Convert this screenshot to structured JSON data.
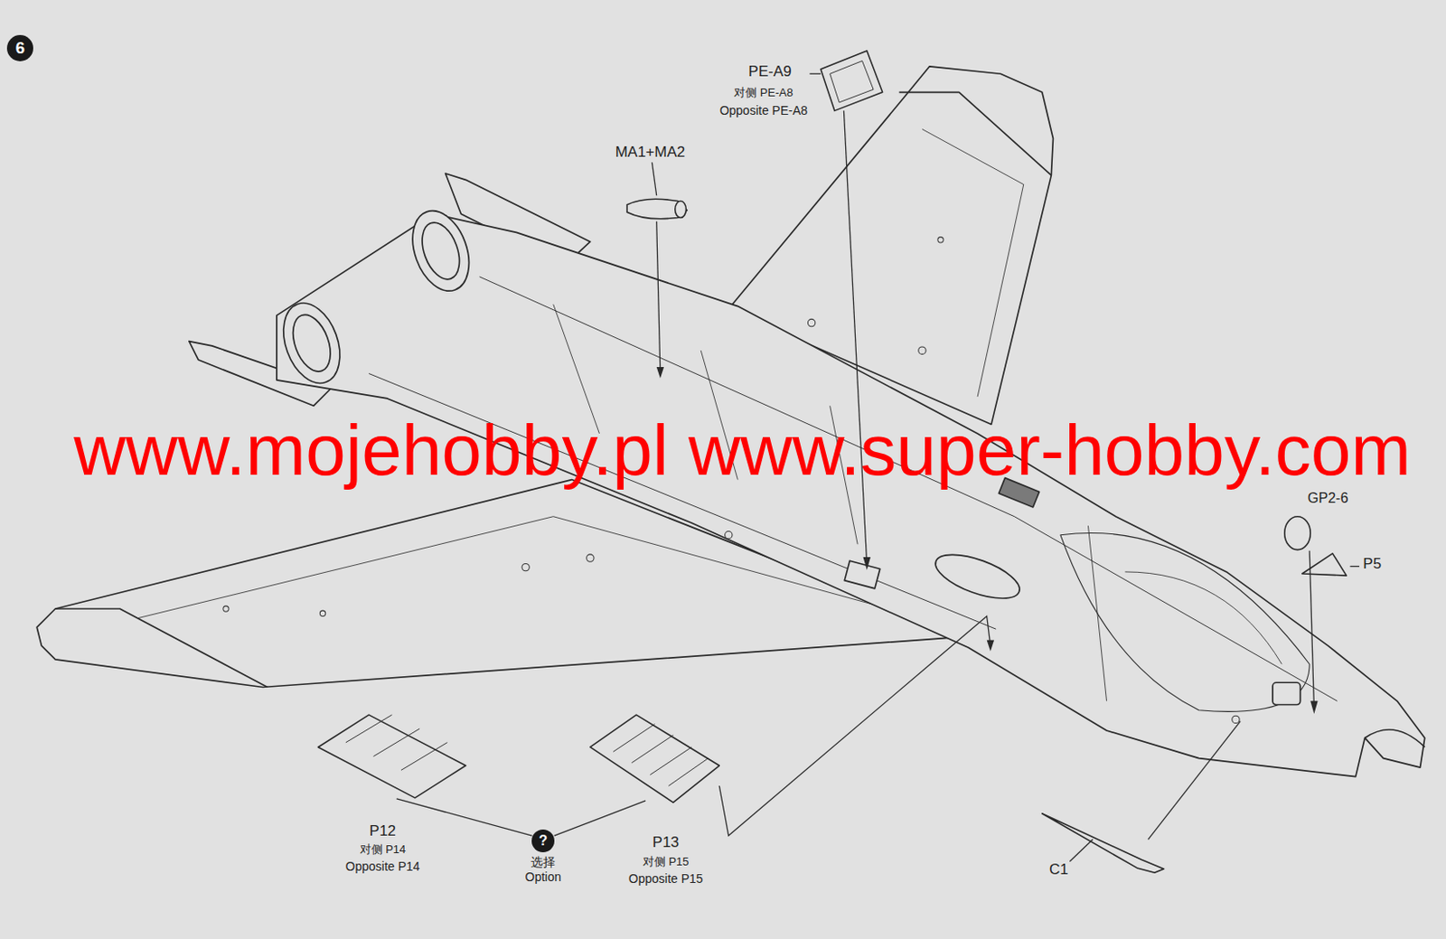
{
  "diagram": {
    "nodes": [
      {
        "text": [
          "6"
        ]
      },
      {
        "text": [
          "?",
          "选择 Option"
        ]
      }
    ],
    "labels": [
      "PE-A9",
      "对侧 PE-A8",
      "Opposite PE-A8",
      "MA1+MA2",
      "GP2-6",
      "P5",
      "C1",
      "P12",
      "对侧 P14",
      "Opposite P14",
      "P13",
      "对侧 P15",
      "Opposite P15",
      "www.mojehobby.pl www.super-hobby.com"
    ]
  }
}
